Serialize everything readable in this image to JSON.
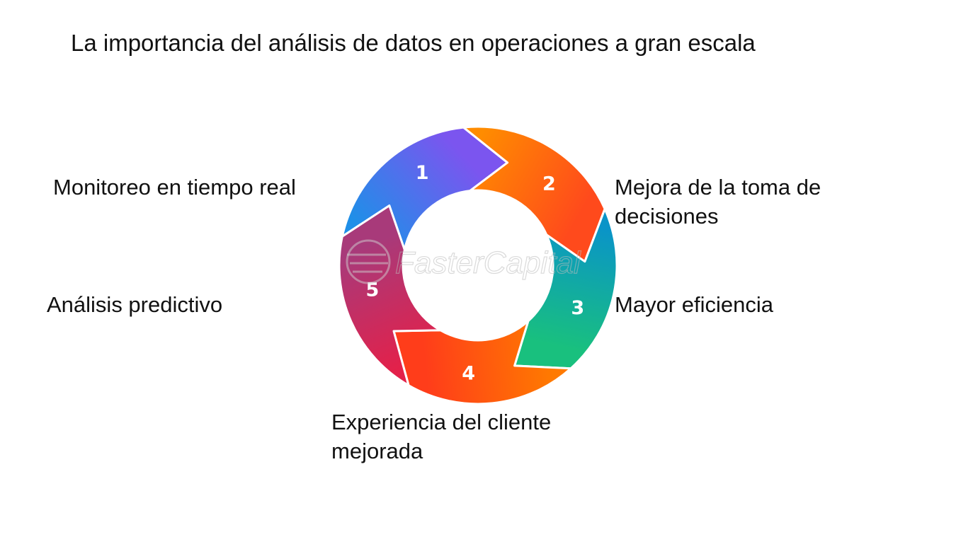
{
  "title": "La importancia del análisis de datos en operaciones a gran escala",
  "watermark": "FasterCapital",
  "steps": [
    {
      "number": "1",
      "label": "Mejora de la toma de decisiones",
      "color_start": "#1f8fe8",
      "color_end": "#7b55ef"
    },
    {
      "number": "2",
      "label": "Mayor eficiencia",
      "color_start": "#ff8c00",
      "color_end": "#ff4a1c"
    },
    {
      "number": "3",
      "label": "Experiencia del cliente mejorada",
      "color_start": "#0a94c8",
      "color_end": "#19c07e"
    },
    {
      "number": "4",
      "label": "Análisis predictivo",
      "color_start": "#ff7a00",
      "color_end": "#ff3d1a"
    },
    {
      "number": "5",
      "label": "Monitoreo en tiempo real",
      "color_start": "#e3214a",
      "color_end": "#a83a7a"
    }
  ]
}
